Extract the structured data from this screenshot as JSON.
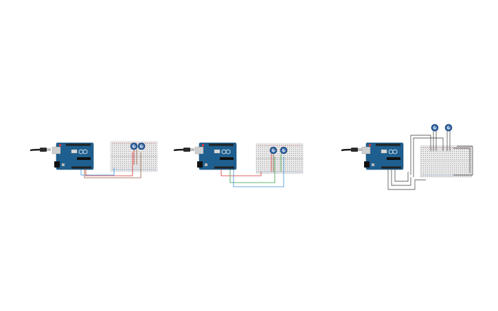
{
  "canvas": {
    "background": "#ffffff"
  },
  "components": {
    "board_name": "Arduino UNO",
    "board_color": "#1f5f8f",
    "breadboard_color": "#e9e9e9",
    "potentiometer_color": "#2a5d9c"
  },
  "circuits": [
    {
      "name": "circuit-1",
      "board": "arduino-uno",
      "potentiometers": 2,
      "wire_colors": [
        "#d32f2f",
        "#3a8fd9",
        "#8e5a3c"
      ]
    },
    {
      "name": "circuit-2",
      "board": "arduino-uno",
      "potentiometers": 2,
      "wire_colors": [
        "#d32f2f",
        "#2e9c3e",
        "#3a8fd9"
      ]
    },
    {
      "name": "circuit-3",
      "board": "arduino-uno",
      "potentiometers": 2,
      "wire_colors": [
        "#333333"
      ]
    }
  ]
}
